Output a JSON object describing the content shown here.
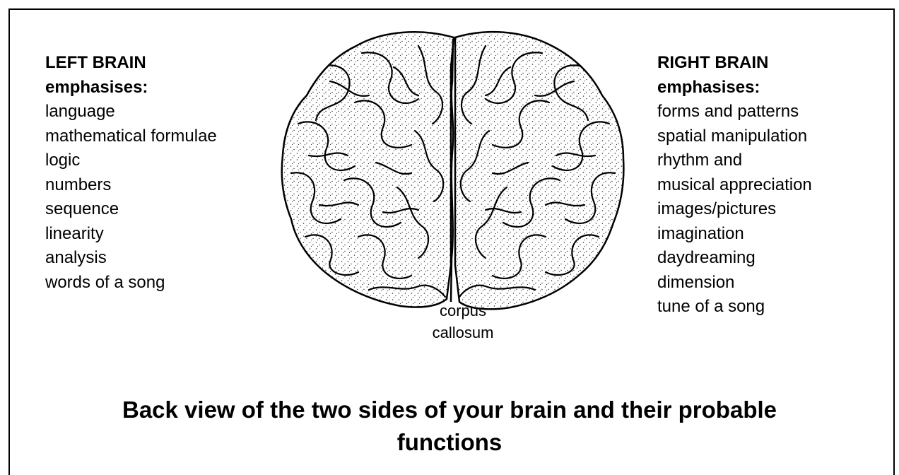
{
  "left_brain": {
    "heading_line1": "LEFT BRAIN",
    "heading_line2": "emphasises:",
    "items": [
      "language",
      "mathematical formulae",
      "logic",
      "numbers",
      "sequence",
      "linearity",
      "analysis",
      "words of a song"
    ]
  },
  "right_brain": {
    "heading_line1": "RIGHT BRAIN",
    "heading_line2": "emphasises:",
    "items": [
      "forms and patterns",
      "spatial manipulation",
      "rhythm and",
      "musical appreciation",
      "images/pictures",
      "imagination",
      "daydreaming",
      "dimension",
      "tune of a song"
    ]
  },
  "corpus_label_line1": "corpus",
  "corpus_label_line2": "callosum",
  "caption_line1": "Back view of the two sides of your brain and their probable",
  "caption_line2": "functions"
}
